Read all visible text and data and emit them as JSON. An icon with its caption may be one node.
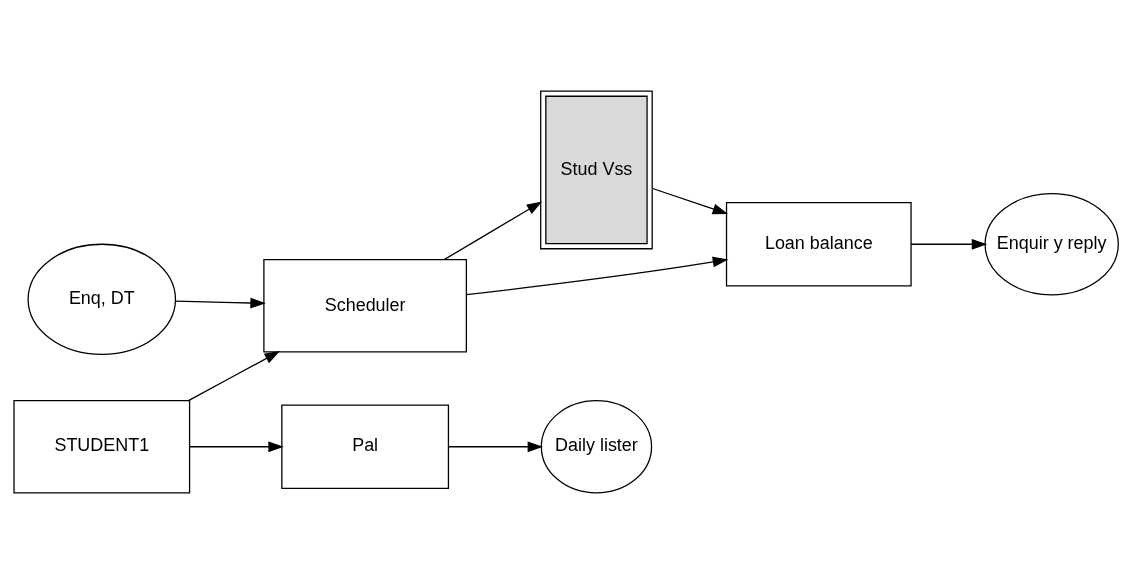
{
  "diagram": {
    "nodes": [
      {
        "text": [
          "Enq, DT"
        ]
      },
      {
        "text": [
          "Scheduler"
        ]
      },
      {
        "text": [
          "Stud Vss"
        ]
      },
      {
        "text": [
          "STUDENT1"
        ]
      },
      {
        "text": [
          "Loan balance"
        ]
      },
      {
        "text": [
          "Enquir y reply"
        ]
      },
      {
        "text": [
          "Pal"
        ]
      },
      {
        "text": [
          "Daily lister"
        ]
      }
    ],
    "edges": [
      {
        "from": 0,
        "to": 1,
        "arrow": "to"
      },
      {
        "from": 3,
        "to": 1,
        "arrow": "to"
      },
      {
        "from": 1,
        "to": 2,
        "arrow": "to"
      },
      {
        "from": 1,
        "to": 4,
        "arrow": "to"
      },
      {
        "from": 2,
        "to": 4,
        "arrow": "to"
      },
      {
        "from": 4,
        "to": 5,
        "arrow": "to"
      },
      {
        "from": 3,
        "to": 6,
        "arrow": "to"
      },
      {
        "from": 6,
        "to": 7,
        "arrow": "to"
      }
    ]
  }
}
